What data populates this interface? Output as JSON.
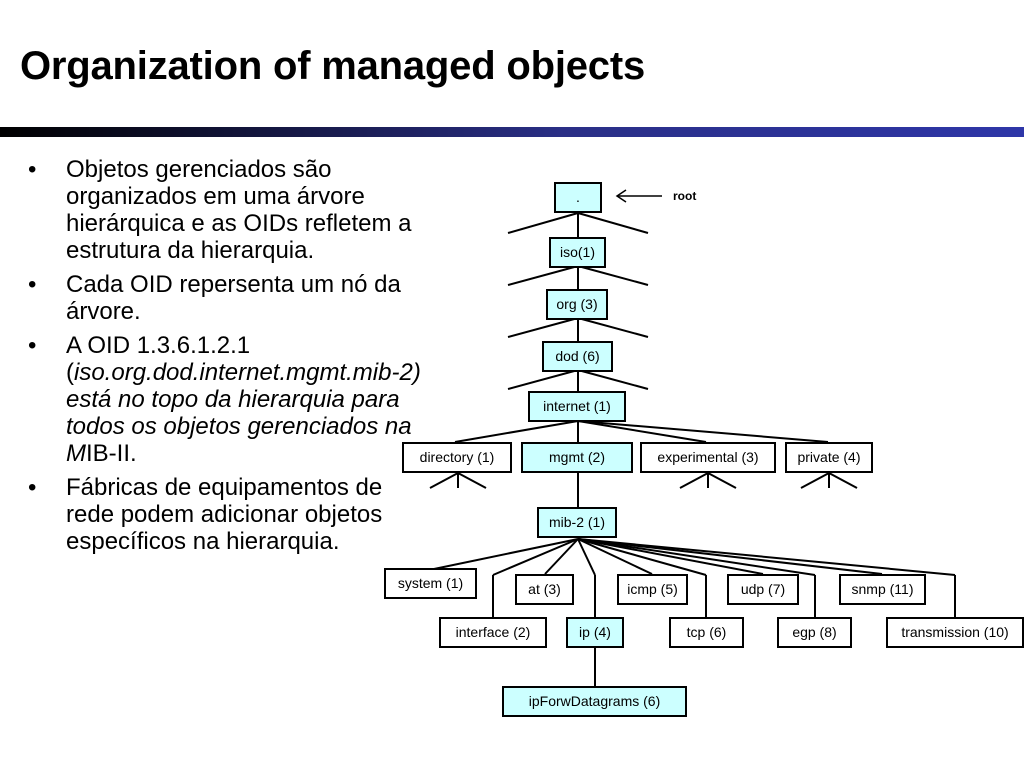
{
  "title": "Organization of managed objects",
  "bullets": {
    "b1": "Objetos gerenciados são organizados em uma árvore hierárquica e as OIDs refletem a estrutura da hierarquia.",
    "b2": "Cada OID repersenta um nó da árvore.",
    "b3_prefix": "A OID 1.3.6.1.2.1 (",
    "b3_italic": "iso.org.dod.internet.mgmt.mib-2) está no topo da hierarquia para todos os objetos gerenciados na M",
    "b3_suffix": "IB-II.",
    "b4": "Fábricas de equipamentos de rede podem adicionar objetos específicos na hierarquia."
  },
  "tree": {
    "root_label": "root",
    "nodes": {
      "root": ".",
      "iso": "iso(1)",
      "org": "org (3)",
      "dod": "dod (6)",
      "internet": "internet (1)",
      "directory": "directory (1)",
      "mgmt": "mgmt (2)",
      "experimental": "experimental (3)",
      "private": "private (4)",
      "mib2": "mib-2 (1)",
      "system": "system (1)",
      "at": "at (3)",
      "icmp": "icmp (5)",
      "udp": "udp (7)",
      "snmp": "snmp (11)",
      "interface": "interface (2)",
      "ip": "ip (4)",
      "tcp": "tcp (6)",
      "egp": "egp (8)",
      "transmission": "transmission (10)",
      "ipforw": "ipForwDatagrams (6)"
    }
  },
  "colors": {
    "highlight": "#ccffff",
    "rule_start": "#000000",
    "rule_end": "#2e36a8"
  }
}
